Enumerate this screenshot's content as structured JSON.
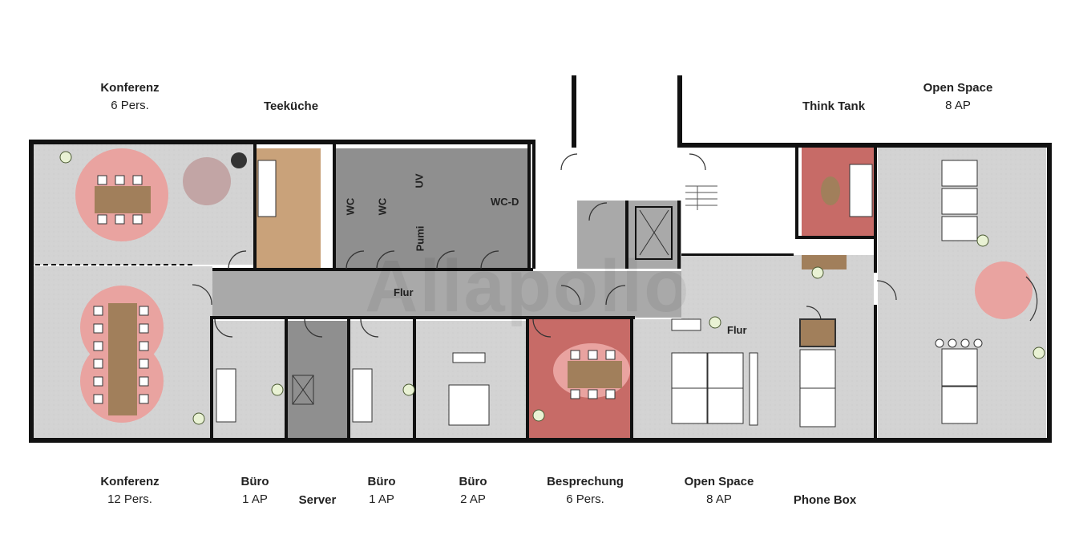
{
  "labels_top": [
    {
      "id": "konferenz-6",
      "name": "Konferenz",
      "sub": "6 Pers."
    },
    {
      "id": "teekueche",
      "name": "Teeküche",
      "sub": ""
    },
    {
      "id": "think-tank",
      "name": "Think Tank",
      "sub": ""
    },
    {
      "id": "open-space-8-top",
      "name": "Open Space",
      "sub": "8 AP"
    }
  ],
  "labels_bottom": [
    {
      "id": "konferenz-12",
      "name": "Konferenz",
      "sub": "12 Pers."
    },
    {
      "id": "buero-1a",
      "name": "Büro",
      "sub": "1 AP"
    },
    {
      "id": "server",
      "name": "Server",
      "sub": ""
    },
    {
      "id": "buero-1b",
      "name": "Büro",
      "sub": "1 AP"
    },
    {
      "id": "buero-2",
      "name": "Büro",
      "sub": "2 AP"
    },
    {
      "id": "besprechung",
      "name": "Besprechung",
      "sub": "6 Pers."
    },
    {
      "id": "open-space-8-bottom",
      "name": "Open Space",
      "sub": "8 AP"
    },
    {
      "id": "phone-box",
      "name": "Phone Box",
      "sub": ""
    }
  ],
  "in_plan": {
    "wc1": "WC",
    "wc2": "WC",
    "uv": "UV",
    "wcd": "WC-D",
    "pumi": "Pumi",
    "flur_main": "Flur",
    "flur_right": "Flur"
  },
  "watermark": "Allapollo",
  "colors": {
    "wall": "#111111",
    "room_floor": "#d4d4d4",
    "corridor": "#a9a9a9",
    "wc_floor": "#8f8f8f",
    "wood": "#c9a27a",
    "red_room": "#c76b67",
    "red_rug": "#e9a3a0",
    "table": "#a17f5b",
    "desk": "#ffffff"
  }
}
